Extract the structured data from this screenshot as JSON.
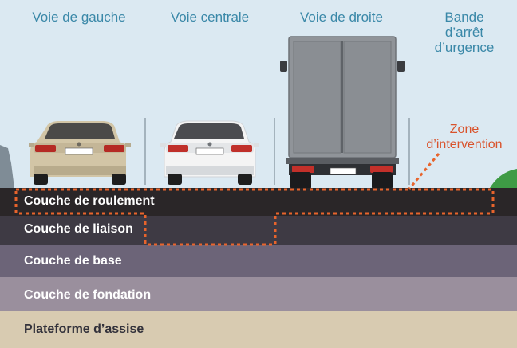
{
  "lanes": {
    "left": "Voie de gauche",
    "center": "Voie centrale",
    "right": "Voie de droite",
    "shoulder_line1": "Bande",
    "shoulder_line2": "d’arrêt",
    "shoulder_line3": "d’urgence"
  },
  "zone": {
    "line1": "Zone",
    "line2": "d’intervention"
  },
  "layers": [
    {
      "label": "Couche de roulement",
      "color": "#2a2628"
    },
    {
      "label": "Couche de liaison",
      "color": "#3e3a44"
    },
    {
      "label": "Couche de base",
      "color": "#6c6478"
    },
    {
      "label": "Couche de fondation",
      "color": "#9a8f9d"
    },
    {
      "label": "Plateforme d’assise",
      "color": "#d8cbb1"
    }
  ],
  "colors": {
    "sky": "#dbe9f2",
    "lane_text": "#3a88a8",
    "zone_text": "#d9532c",
    "zone_outline": "#e8642c"
  }
}
